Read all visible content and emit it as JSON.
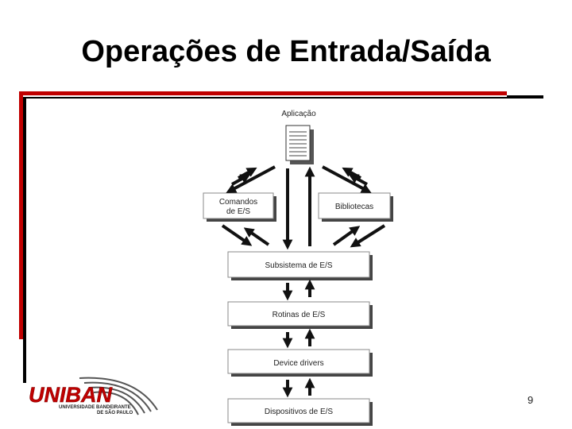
{
  "slide": {
    "title": "Operações de Entrada/Saída",
    "page_number": "9"
  },
  "diagram": {
    "application_label": "Aplicação",
    "commands_label_line1": "Comandos",
    "commands_label_line2": "de E/S",
    "libraries_label": "Bibliotecas",
    "subsystem_label": "Subsistema de E/S",
    "routines_label": "Rotinas de E/S",
    "drivers_label": "Device drivers",
    "devices_label": "Dispositivos de E/S"
  },
  "logo": {
    "brand": "UNIBAN",
    "subtitle_line1": "UNIVERSIDADE BANDEIRANTE",
    "subtitle_line2": "DE SÃO PAULO",
    "brand_color": "#c00000"
  }
}
